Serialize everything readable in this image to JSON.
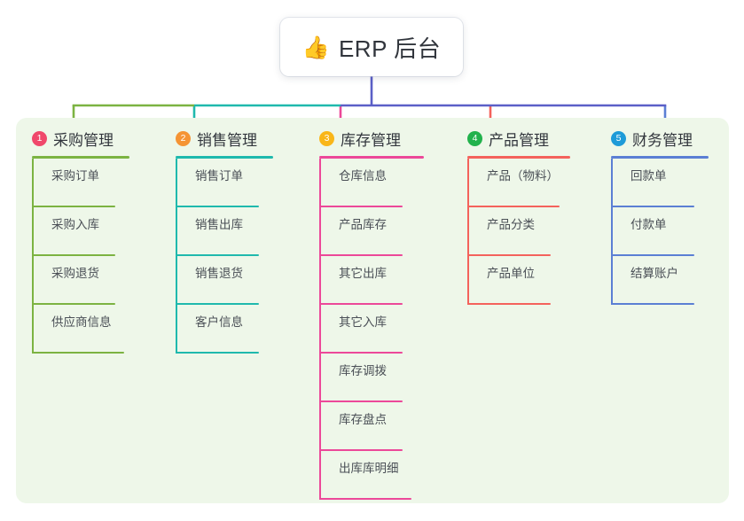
{
  "diagram": {
    "type": "mindmap",
    "root": {
      "icon": "thumbs-up-emoji",
      "emoji": "👍",
      "title": "ERP 后台"
    },
    "panel_color": "#eef7e9",
    "stem_color": "#5b5fc7",
    "branches": [
      {
        "number": "1",
        "label": "采购管理",
        "badge_color": "#f0486b",
        "line_color": "#7cb342",
        "items": [
          {
            "label": "采购订单"
          },
          {
            "label": "采购入库"
          },
          {
            "label": "采购退货"
          },
          {
            "label": "供应商信息"
          }
        ]
      },
      {
        "number": "2",
        "label": "销售管理",
        "badge_color": "#f59434",
        "line_color": "#1fb9ad",
        "items": [
          {
            "label": "销售订单"
          },
          {
            "label": "销售出库"
          },
          {
            "label": "销售退货"
          },
          {
            "label": "客户信息"
          }
        ]
      },
      {
        "number": "3",
        "label": "库存管理",
        "badge_color": "#f9b619",
        "line_color": "#ec4899",
        "items": [
          {
            "label": "仓库信息"
          },
          {
            "label": "产品库存"
          },
          {
            "label": "其它出库"
          },
          {
            "label": "其它入库"
          },
          {
            "label": "库存调拨"
          },
          {
            "label": "库存盘点"
          },
          {
            "label": "出库库明细"
          }
        ]
      },
      {
        "number": "4",
        "label": "产品管理",
        "badge_color": "#22b24c",
        "line_color": "#f4625c",
        "items": [
          {
            "label": "产品（物料）"
          },
          {
            "label": "产品分类"
          },
          {
            "label": "产品单位"
          }
        ]
      },
      {
        "number": "5",
        "label": "财务管理",
        "badge_color": "#1e9bd8",
        "line_color": "#5b7fd4",
        "items": [
          {
            "label": "回款单"
          },
          {
            "label": "付款单"
          },
          {
            "label": "结算账户"
          }
        ]
      }
    ]
  }
}
